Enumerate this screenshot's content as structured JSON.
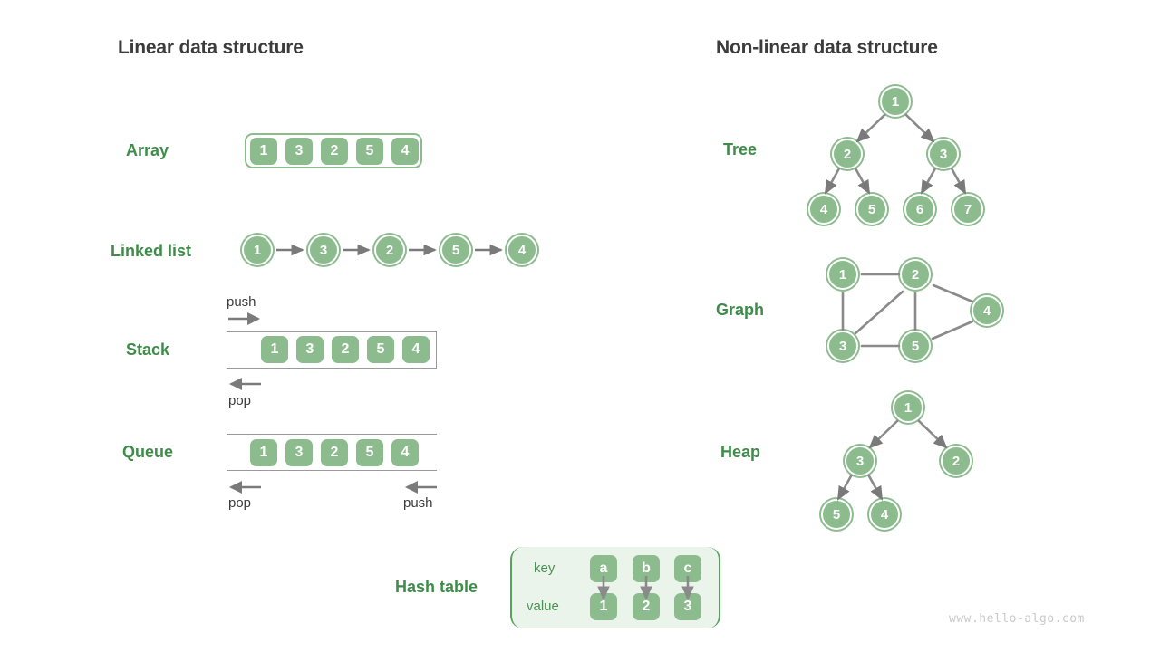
{
  "titles": {
    "linear": "Linear data structure",
    "nonlinear": "Non-linear data structure"
  },
  "labels": {
    "array": "Array",
    "linked_list": "Linked list",
    "stack": "Stack",
    "queue": "Queue",
    "hash_table": "Hash table",
    "tree": "Tree",
    "graph": "Graph",
    "heap": "Heap"
  },
  "array": {
    "values": [
      "1",
      "3",
      "2",
      "5",
      "4"
    ]
  },
  "linked_list": {
    "values": [
      "1",
      "3",
      "2",
      "5",
      "4"
    ]
  },
  "stack": {
    "values": [
      "1",
      "3",
      "2",
      "5",
      "4"
    ],
    "push_label": "push",
    "pop_label": "pop"
  },
  "queue": {
    "values": [
      "1",
      "3",
      "2",
      "5",
      "4"
    ],
    "pop_label": "pop",
    "push_label": "push"
  },
  "hash_table": {
    "key_label": "key",
    "value_label": "value",
    "keys": [
      "a",
      "b",
      "c"
    ],
    "values": [
      "1",
      "2",
      "3"
    ]
  },
  "tree": {
    "nodes": [
      "1",
      "2",
      "3",
      "4",
      "5",
      "6",
      "7"
    ],
    "edges": [
      [
        0,
        1
      ],
      [
        0,
        2
      ],
      [
        1,
        3
      ],
      [
        1,
        4
      ],
      [
        2,
        5
      ],
      [
        2,
        6
      ]
    ]
  },
  "graph": {
    "nodes": [
      "1",
      "2",
      "3",
      "4",
      "5"
    ],
    "edges": [
      [
        0,
        1
      ],
      [
        0,
        2
      ],
      [
        1,
        2
      ],
      [
        1,
        4
      ],
      [
        1,
        3
      ],
      [
        2,
        4
      ],
      [
        4,
        3
      ]
    ]
  },
  "heap": {
    "nodes": [
      "1",
      "3",
      "2",
      "5",
      "4"
    ],
    "edges": [
      [
        0,
        1
      ],
      [
        0,
        2
      ],
      [
        1,
        3
      ],
      [
        1,
        4
      ]
    ]
  },
  "watermark": "www.hello-algo.com",
  "colors": {
    "node_fill": "#8cbb8e",
    "label_green": "#3f8c4a",
    "title_gray": "#3c3c3c",
    "arrow_gray": "#7a7a7a",
    "panel_bg": "#eaf4ea"
  }
}
